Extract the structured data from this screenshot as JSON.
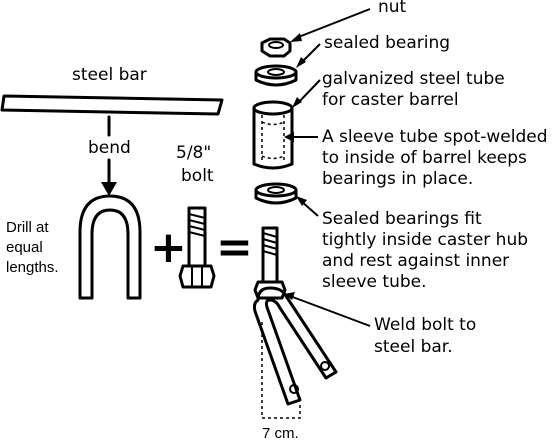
{
  "labels": {
    "nut": "nut",
    "sealed_bearing_top": "sealed bearing",
    "galv_tube_line1": "galvanized steel tube",
    "galv_tube_line2": "for caster barrel",
    "sleeve_line1": "A sleeve tube spot-welded",
    "sleeve_line2": "to inside of barrel keeps",
    "sleeve_line3": "bearings in place.",
    "sealed_fit_line1": "Sealed bearings fit",
    "sealed_fit_line2": "tightly inside caster hub",
    "sealed_fit_line3": "and rest against inner",
    "sealed_fit_line4": "sleeve tube.",
    "weld_line1": "Weld bolt to",
    "weld_line2": "steel bar.",
    "steel_bar": "steel bar",
    "bend": "bend",
    "bolt_size": "5/8\"",
    "bolt": "bolt",
    "drill_line1": "Drill at",
    "drill_line2": "equal",
    "drill_line3": "lengths.",
    "plus": "+",
    "equals": "=",
    "width": "7 cm."
  }
}
